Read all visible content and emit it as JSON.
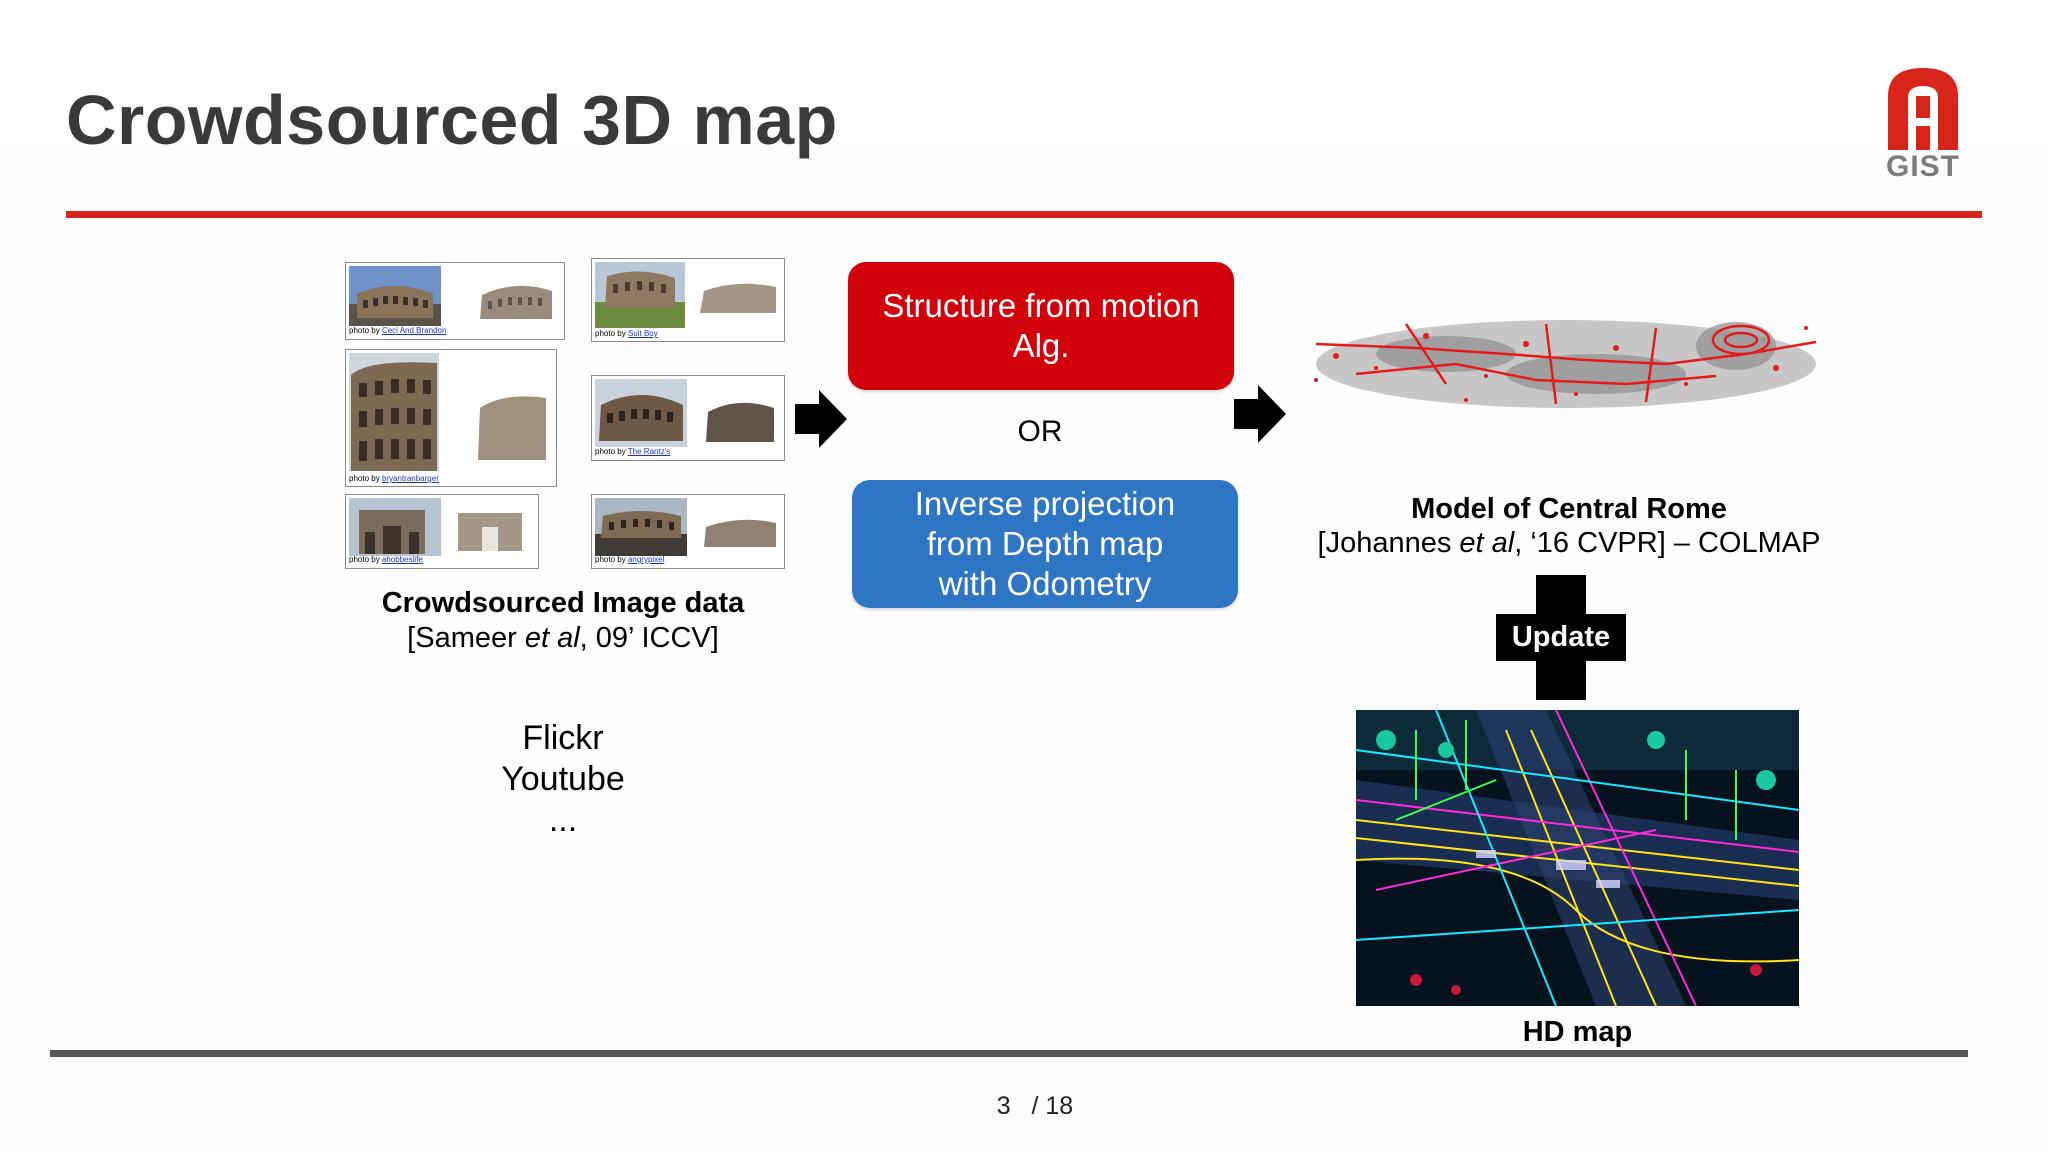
{
  "title": "Crowdsourced 3D map",
  "logo": {
    "text": "GIST"
  },
  "thumbnails": [
    {
      "photo_by": "photo by",
      "author": "Ceci And Brandon"
    },
    {
      "photo_by": "photo by",
      "author": "Suit Boy"
    },
    {
      "photo_by": "photo by",
      "author": "bryantranbarger"
    },
    {
      "photo_by": "photo by",
      "author": "The Rantz's"
    },
    {
      "photo_by": "photo by",
      "author": "ahobbeslife"
    },
    {
      "photo_by": "photo by",
      "author": "angrypixel"
    }
  ],
  "left_caption": {
    "title": "Crowdsourced Image data",
    "citation_pre": "[Sameer ",
    "citation_etal": "et al",
    "citation_post": ", 09’ ICCV]"
  },
  "sources": {
    "line1": "Flickr",
    "line2": "Youtube",
    "line3": "..."
  },
  "methods": {
    "sfm_line1": "Structure from motion",
    "sfm_line2": "Alg.",
    "or": "OR",
    "inv_line1": "Inverse projection",
    "inv_line2": "from Depth map",
    "inv_line3": "with Odometry"
  },
  "model": {
    "title": "Model of Central Rome",
    "citation_pre": "[Johannes ",
    "citation_etal": "et al",
    "citation_post": ", ‘16 CVPR] – COLMAP"
  },
  "update_label": "Update",
  "hd_map_label": "HD map",
  "page": {
    "current": "3",
    "total": "/ 18"
  },
  "colors": {
    "accent_red": "#d8251c",
    "box_red": "#d2000a",
    "box_blue": "#2e75c4",
    "title_gray": "#3a3a3a"
  }
}
